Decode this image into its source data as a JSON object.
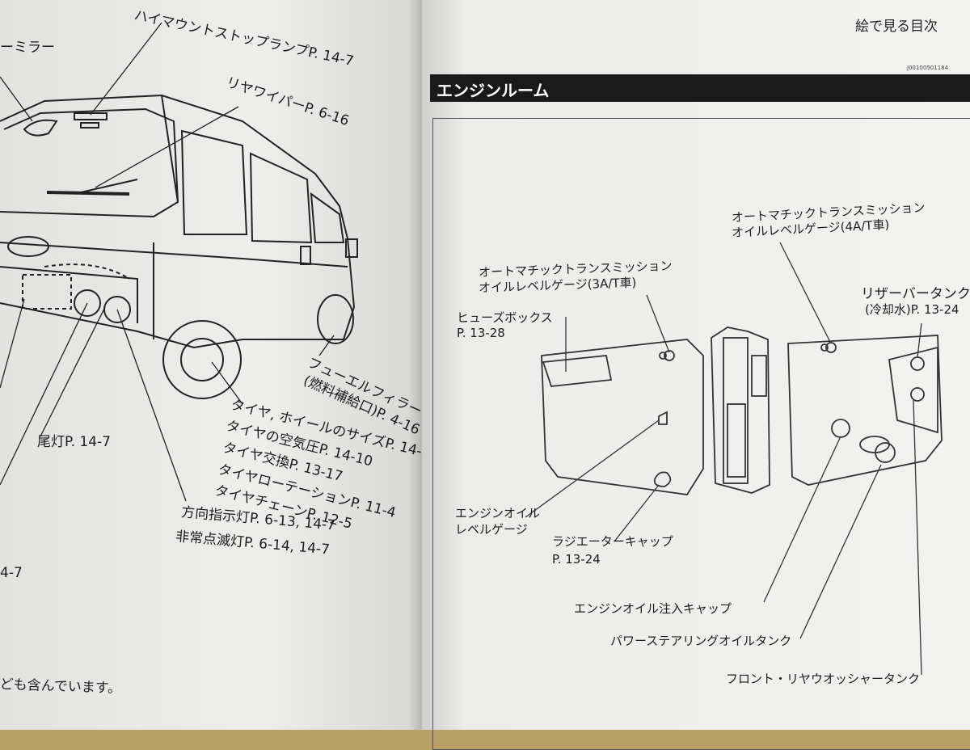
{
  "left_page": {
    "labels": {
      "mirror": "ーミラー",
      "high_mount": "ハイマウントストップランプP. 14-7",
      "rear_wiper": "リヤワイパーP. 6-16",
      "fuel_filler": "フューエルフィラー",
      "fuel_filler_sub": "(燃料補給口)P. 4-16",
      "tire_1": "タイヤ, ホイールのサイズP. 14-",
      "tire_2": "タイヤの空気圧P. 14-10",
      "tire_3": "タイヤ交換P. 13-17",
      "tire_4": "タイヤローテーションP. 11-4",
      "tire_5": "タイヤチェーンP. 12-5",
      "tail": "尾灯P. 14-7",
      "turn_signal": "方向指示灯P. 6-13, 14-7",
      "hazard": "非常点滅灯P. 6-14, 14-7",
      "left_ref": "4-7",
      "footnote": "ども含んでいます。"
    }
  },
  "right_page": {
    "toc_title": "絵で見る目次",
    "code": "J00100501184",
    "section_title": "エンジンルーム",
    "labels": {
      "at4_1": "オートマチックトランスミッション",
      "at4_2": "オイルレベルゲージ(4A/T車)",
      "at3_1": "オートマチックトランスミッション",
      "at3_2": "オイルレベルゲージ(3A/T車)",
      "reservoir_1": "リザーバータンク",
      "reservoir_2": "(冷却水)P. 13-24",
      "fuse_1": "ヒューズボックス",
      "fuse_2": "P. 13-28",
      "oil_gauge_1": "エンジンオイル",
      "oil_gauge_2": "レベルゲージ",
      "radiator_1": "ラジエーターキャップ",
      "radiator_2": "P. 13-24",
      "oil_cap": "エンジンオイル注入キャップ",
      "ps_tank": "パワーステアリングオイルタンク",
      "washer_tank": "フロント・リヤウオッシャータンク"
    }
  }
}
